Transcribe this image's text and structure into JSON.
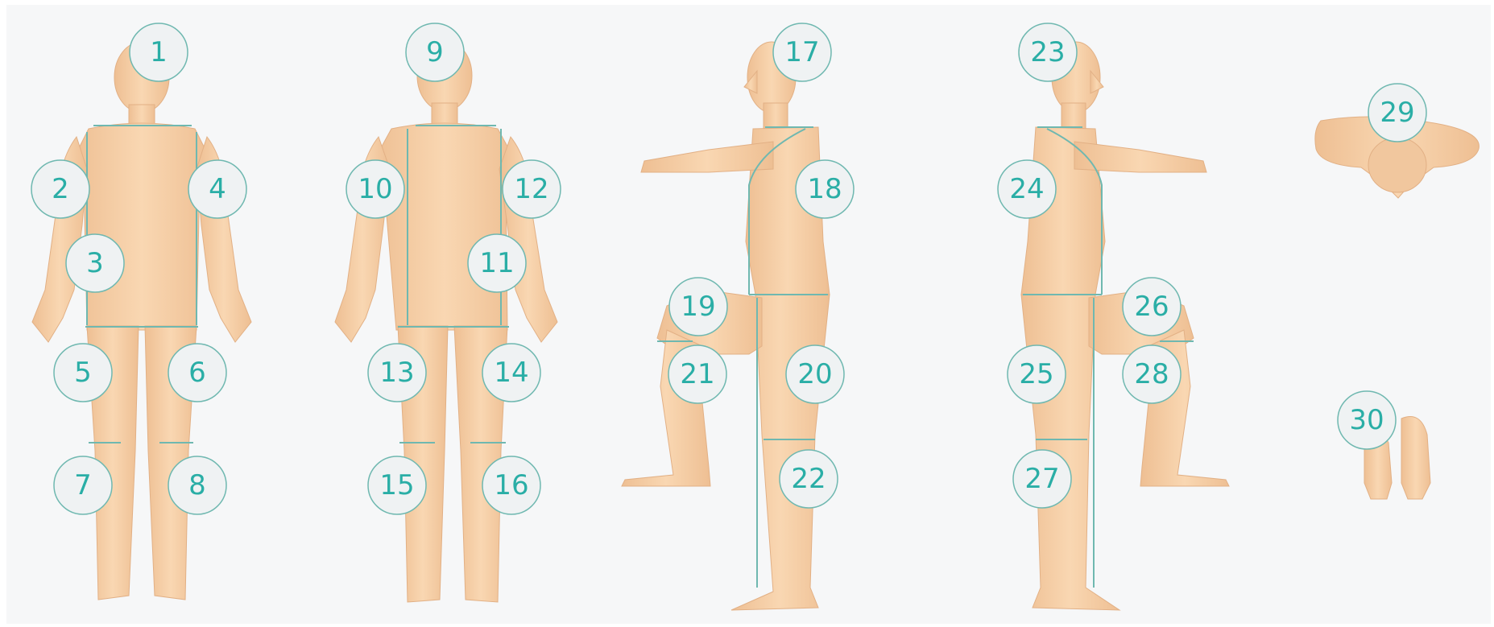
{
  "colors": {
    "background": "#f6f7f8",
    "skin": "#f7cfa6",
    "skin_shadow": "#e8b78c",
    "zone_line": "#6fb8b0",
    "marker_fill": "#eff2f3",
    "marker_stroke": "#6fb8b0",
    "marker_text": "#2aaea6"
  },
  "views": [
    {
      "name": "front",
      "figure_icon": "body-front-icon"
    },
    {
      "name": "back",
      "figure_icon": "body-back-icon"
    },
    {
      "name": "left-side",
      "figure_icon": "body-side-left-icon"
    },
    {
      "name": "right-side",
      "figure_icon": "body-side-right-icon"
    },
    {
      "name": "top-head",
      "figure_icon": "head-top-icon"
    },
    {
      "name": "soles",
      "figure_icon": "feet-soles-icon"
    }
  ],
  "zones": [
    "1",
    "2",
    "3",
    "4",
    "5",
    "6",
    "7",
    "8",
    "9",
    "10",
    "11",
    "12",
    "13",
    "14",
    "15",
    "16",
    "17",
    "18",
    "19",
    "20",
    "21",
    "22",
    "23",
    "24",
    "25",
    "26",
    "27",
    "28",
    "29",
    "30"
  ]
}
